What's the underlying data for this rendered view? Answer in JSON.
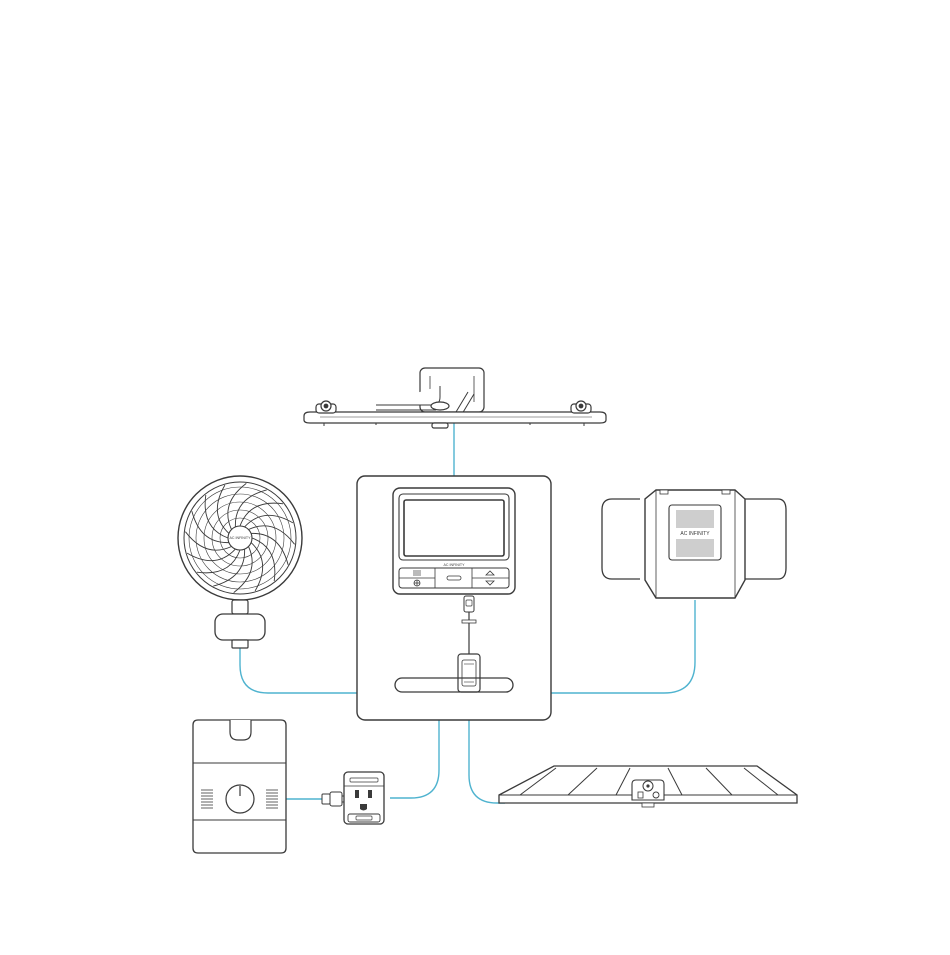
{
  "diagram": {
    "controller": {
      "brand_label": "AC INFINITY",
      "buttons": {
        "menu_icon": "menu-icon",
        "settings_icon": "settings-icon",
        "mode_icon": "mode-icon",
        "up_icon": "up-arrow-icon",
        "down_icon": "down-arrow-icon"
      }
    },
    "clip_fan": {
      "brand_label": "AC INFINITY"
    },
    "inline_fan": {
      "brand_label": "AC INFINITY"
    },
    "colors": {
      "line": "#3a3a3a",
      "cable": "#4fb3cf",
      "background": "#ffffff"
    }
  }
}
